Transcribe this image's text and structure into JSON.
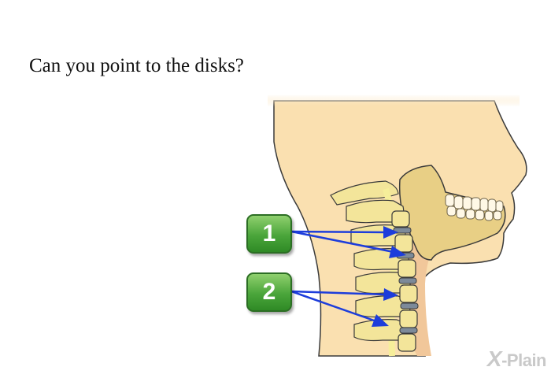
{
  "question": "Can you point to the disks?",
  "labels": [
    "1",
    "2"
  ],
  "logo": {
    "mark": "X",
    "text": "-Plain"
  },
  "colors": {
    "skin": "#fae0b0",
    "bone": "#f3e59a",
    "disk": "#7d8a99",
    "arrow": "#1d3ddb",
    "badge": "#4aa53a"
  }
}
